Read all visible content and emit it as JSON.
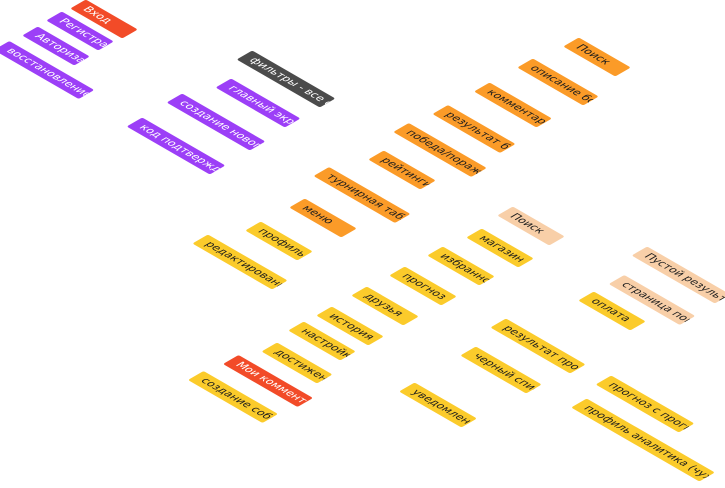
{
  "colors": {
    "red": "#f24b28",
    "purple": "#9c3ff7",
    "gray": "#4b4b4b",
    "orange": "#fb9b28",
    "yellow": "#fbcb2b",
    "peach": "#f8cfa8",
    "connector": "#b5b5b5"
  },
  "nodes": {
    "vhod": {
      "label": "Вход",
      "color": "red"
    },
    "registr": {
      "label": "Регистра...",
      "color": "purple"
    },
    "avtoriz": {
      "label": "Авториза...",
      "color": "purple"
    },
    "vosstanovlenie": {
      "label": "восстановление па...",
      "color": "purple"
    },
    "kod": {
      "label": "код подтверждения",
      "color": "purple"
    },
    "sozdanie_parolya": {
      "label": "создание нового па...",
      "color": "purple"
    },
    "glavnyi": {
      "label": "главный экран",
      "color": "purple"
    },
    "filtry": {
      "label": "фильтры - все сразу",
      "color": "gray"
    },
    "poisk_top": {
      "label": "Поиск",
      "color": "orange"
    },
    "opisanie": {
      "label": "описание боя",
      "color": "orange"
    },
    "kommentarii": {
      "label": "комментарии",
      "color": "orange"
    },
    "rezultat_boya": {
      "label": "результат боя",
      "color": "orange"
    },
    "pobeda": {
      "label": "победа/поражение",
      "color": "orange"
    },
    "reiting": {
      "label": "рейтинги",
      "color": "orange"
    },
    "turnir": {
      "label": "турнирная таблица",
      "color": "orange"
    },
    "menu": {
      "label": "меню",
      "color": "orange"
    },
    "profil": {
      "label": "профиль",
      "color": "yellow"
    },
    "redakt": {
      "label": "редактирование пр...",
      "color": "yellow"
    },
    "poisk_mid": {
      "label": "Поиск",
      "color": "peach"
    },
    "pustoi": {
      "label": "Пустой результат п...",
      "color": "peach"
    },
    "stranica": {
      "label": "страница поиска",
      "color": "peach"
    },
    "magazin": {
      "label": "магазин",
      "color": "yellow"
    },
    "oplata": {
      "label": "оплата",
      "color": "yellow"
    },
    "izbrannoe": {
      "label": "избранное",
      "color": "yellow"
    },
    "prognoz": {
      "label": "прогноз",
      "color": "yellow"
    },
    "rezultat_prognoza": {
      "label": "результат прогноза",
      "color": "yellow"
    },
    "prognoz_s": {
      "label": "прогноз с прогнозом",
      "color": "yellow"
    },
    "druzya": {
      "label": "друзья",
      "color": "yellow"
    },
    "chernyi": {
      "label": "черный список",
      "color": "yellow"
    },
    "profil_analitika": {
      "label": "профиль аналитика (чужие профили)",
      "color": "yellow"
    },
    "istoriya": {
      "label": "история",
      "color": "yellow"
    },
    "nastroiki": {
      "label": "настройки",
      "color": "yellow"
    },
    "uvedomleniya": {
      "label": "уведомления",
      "color": "yellow"
    },
    "dostizheniya": {
      "label": "достижения",
      "color": "yellow"
    },
    "moi_komm": {
      "label": "Мои комментарии",
      "color": "red"
    },
    "sozdanie_sobytiya": {
      "label": "создание события",
      "color": "yellow"
    }
  },
  "links": [
    [
      "vhod",
      "glavnyi"
    ],
    [
      "registr",
      "kod"
    ],
    [
      "avtoriz",
      "glavnyi"
    ],
    [
      "vosstanovlenie",
      "kod"
    ],
    [
      "kod",
      "sozdanie_parolya"
    ],
    [
      "sozdanie_parolya",
      "glavnyi"
    ],
    [
      "glavnyi",
      "poisk_top"
    ],
    [
      "glavnyi",
      "opisanie"
    ],
    [
      "glavnyi",
      "kommentarii"
    ],
    [
      "glavnyi",
      "rezultat_boya"
    ],
    [
      "glavnyi",
      "pobeda"
    ],
    [
      "glavnyi",
      "reiting"
    ],
    [
      "glavnyi",
      "turnir"
    ],
    [
      "glavnyi",
      "menu"
    ],
    [
      "menu",
      "profil"
    ],
    [
      "profil",
      "redakt"
    ],
    [
      "turnir",
      "poisk_mid"
    ],
    [
      "poisk_mid",
      "pustoi"
    ],
    [
      "poisk_mid",
      "stranica"
    ],
    [
      "menu",
      "magazin"
    ],
    [
      "magazin",
      "oplata"
    ],
    [
      "menu",
      "izbrannoe"
    ],
    [
      "menu",
      "prognoz"
    ],
    [
      "prognoz",
      "rezultat_prognoza"
    ],
    [
      "rezultat_prognoza",
      "prognoz_s"
    ],
    [
      "menu",
      "druzya"
    ],
    [
      "druzya",
      "chernyi"
    ],
    [
      "chernyi",
      "profil_analitika"
    ],
    [
      "menu",
      "istoriya"
    ],
    [
      "menu",
      "nastroiki"
    ],
    [
      "nastroiki",
      "uvedomleniya"
    ],
    [
      "menu",
      "dostizheniya"
    ],
    [
      "menu",
      "moi_komm"
    ],
    [
      "menu",
      "sozdanie_sobytiya"
    ]
  ]
}
